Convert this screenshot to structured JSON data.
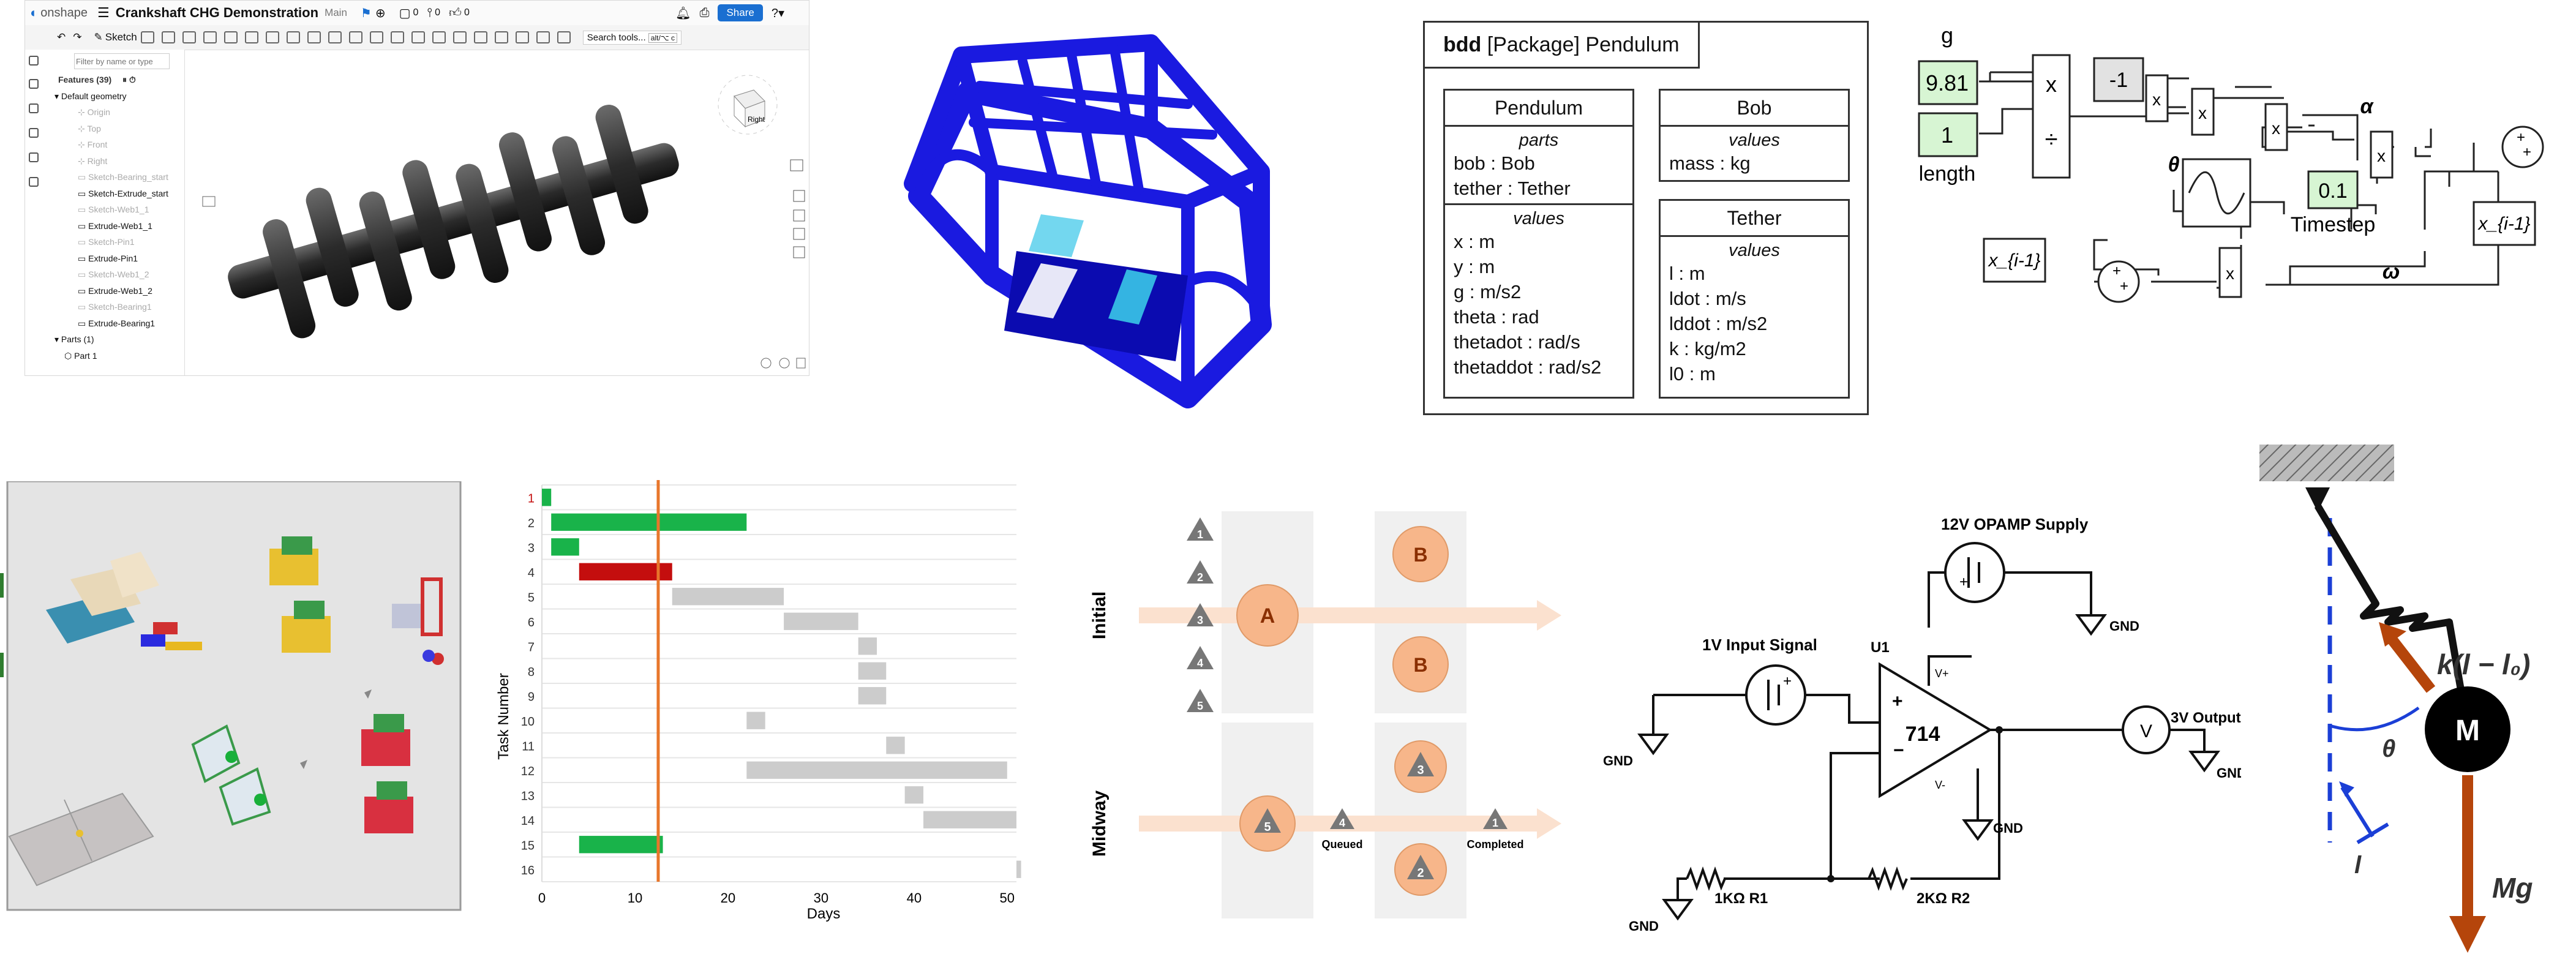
{
  "onshape": {
    "brand": "onshape",
    "doc_title": "Crankshaft CHG Demonstration",
    "branch": "Main",
    "counts": [
      "0",
      "0",
      "0"
    ],
    "share": "Share",
    "sketch": "Sketch",
    "search_tools": "Search tools...",
    "search_shortcut": "alt/⌥ c",
    "filter_placeholder": "Filter by name or type",
    "features_header": "Features (39)",
    "default_geometry": "Default geometry",
    "features": [
      {
        "label": "Origin",
        "dim": true
      },
      {
        "label": "Top",
        "dim": true
      },
      {
        "label": "Front",
        "dim": true
      },
      {
        "label": "Right",
        "dim": true
      },
      {
        "label": "Sketch-Bearing_start",
        "dim": true
      },
      {
        "label": "Sketch-Extrude_start",
        "dim": false
      },
      {
        "label": "Sketch-Web1_1",
        "dim": true
      },
      {
        "label": "Extrude-Web1_1",
        "dim": false
      },
      {
        "label": "Sketch-Pin1",
        "dim": true
      },
      {
        "label": "Extrude-Pin1",
        "dim": false
      },
      {
        "label": "Sketch-Web1_2",
        "dim": true
      },
      {
        "label": "Extrude-Web1_2",
        "dim": false
      },
      {
        "label": "Sketch-Bearing1",
        "dim": true
      },
      {
        "label": "Extrude-Bearing1",
        "dim": false
      }
    ],
    "parts_header": "Parts (1)",
    "part": "Part 1",
    "view_cube": "Right"
  },
  "bdd": {
    "title_kw": "bdd",
    "title_rest": "[Package] Pendulum",
    "pendulum": {
      "name": "Pendulum",
      "parts_label": "parts",
      "parts": [
        "bob : Bob",
        "tether : Tether"
      ],
      "values_label": "values",
      "values": [
        "x : m",
        "y : m",
        "g : m/s2",
        "theta : rad",
        "thetadot : rad/s",
        "thetaddot : rad/s2"
      ]
    },
    "bob": {
      "name": "Bob",
      "values_label": "values",
      "values": [
        "mass : kg"
      ]
    },
    "tether": {
      "name": "Tether",
      "values_label": "values",
      "values": [
        "l : m",
        "ldot : m/s",
        "lddot : m/s2",
        "k : kg/m2",
        "l0 : m"
      ]
    }
  },
  "simulink": {
    "g_label": "g",
    "g_value": "9.81",
    "length_value": "1",
    "length_label": "length",
    "neg_one": "-1",
    "timestep_value": "0.1",
    "timestep_label": "Timestep",
    "theta": "θ",
    "alpha": "α",
    "omega": "ω",
    "mult": "x",
    "div": "÷",
    "delay": "x_{i-1}"
  },
  "chart_data": {
    "type": "bar",
    "subtype": "gantt",
    "xlabel": "Days",
    "ylabel": "Task Number",
    "xlim": [
      0,
      51
    ],
    "xticks": [
      "0",
      "10",
      "20",
      "30",
      "40",
      "50"
    ],
    "categories": [
      "1",
      "2",
      "3",
      "4",
      "5",
      "6",
      "7",
      "8",
      "9",
      "10",
      "11",
      "12",
      "13",
      "14",
      "15",
      "16"
    ],
    "tasks": [
      {
        "task": "1",
        "start": 0,
        "end": 1,
        "color": "#19b34a"
      },
      {
        "task": "2",
        "start": 1,
        "end": 22,
        "color": "#19b34a"
      },
      {
        "task": "3",
        "start": 1,
        "end": 4,
        "color": "#19b34a"
      },
      {
        "task": "4",
        "start": 4,
        "end": 14,
        "color": "#c40e0e"
      },
      {
        "task": "5",
        "start": 14,
        "end": 26,
        "color": "#cccccc"
      },
      {
        "task": "6",
        "start": 26,
        "end": 34,
        "color": "#cccccc"
      },
      {
        "task": "7",
        "start": 34,
        "end": 36,
        "color": "#cccccc"
      },
      {
        "task": "8",
        "start": 34,
        "end": 37,
        "color": "#cccccc"
      },
      {
        "task": "9",
        "start": 34,
        "end": 37,
        "color": "#cccccc"
      },
      {
        "task": "10",
        "start": 22,
        "end": 24,
        "color": "#cccccc"
      },
      {
        "task": "11",
        "start": 37,
        "end": 39,
        "color": "#cccccc"
      },
      {
        "task": "12",
        "start": 22,
        "end": 50,
        "color": "#cccccc"
      },
      {
        "task": "13",
        "start": 39,
        "end": 41,
        "color": "#cccccc"
      },
      {
        "task": "14",
        "start": 41,
        "end": 51,
        "color": "#cccccc"
      },
      {
        "task": "15",
        "start": 4,
        "end": 13,
        "color": "#19b34a"
      },
      {
        "task": "16",
        "start": 51,
        "end": 51.5,
        "color": "#cccccc"
      }
    ],
    "current_day": 12.5,
    "current_day_color": "#e8762b",
    "grid": true
  },
  "queue": {
    "row1": "Initial",
    "row2": "Midway",
    "initial_tri": [
      "1",
      "2",
      "3",
      "4",
      "5"
    ],
    "a": "A",
    "b": "B",
    "mid_a": "5",
    "queued_num": "4",
    "queued_label": "Queued",
    "completed_num": "1",
    "completed_label": "Completed",
    "mid_b": [
      "3",
      "2"
    ]
  },
  "circuit": {
    "supply_label": "12V OPAMP Supply",
    "input_label": "1V Input Signal",
    "opamp_ref": "U1",
    "opamp_num": "714",
    "vplus": "V+",
    "vminus": "V-",
    "plus": "+",
    "minus": "−",
    "gnd": "GND",
    "output_label": "3V Output",
    "voltmeter": "V",
    "r1": "1KΩ  R1",
    "r2": "2KΩ  R2"
  },
  "pendulum_fig": {
    "spring_force": "k(l − l₀)",
    "theta": "θ",
    "bob": "M",
    "weight": "Mg",
    "length": "l"
  },
  "colors": {
    "onshape_blue": "#1a6fd1",
    "crank_gray": "#2b2b2b",
    "cage_blue": "#1a1ae0",
    "gantt_green": "#19b34a",
    "gantt_red": "#c40e0e",
    "gantt_gray": "#cccccc",
    "gantt_now": "#e8762b",
    "queue_orange": "#f7b68a",
    "queue_lane": "#fbe1cf",
    "pendulum_arrow": "#b5450b",
    "pendulum_dash": "#1b3fd6",
    "simulink_green": "#d7f5d3"
  }
}
